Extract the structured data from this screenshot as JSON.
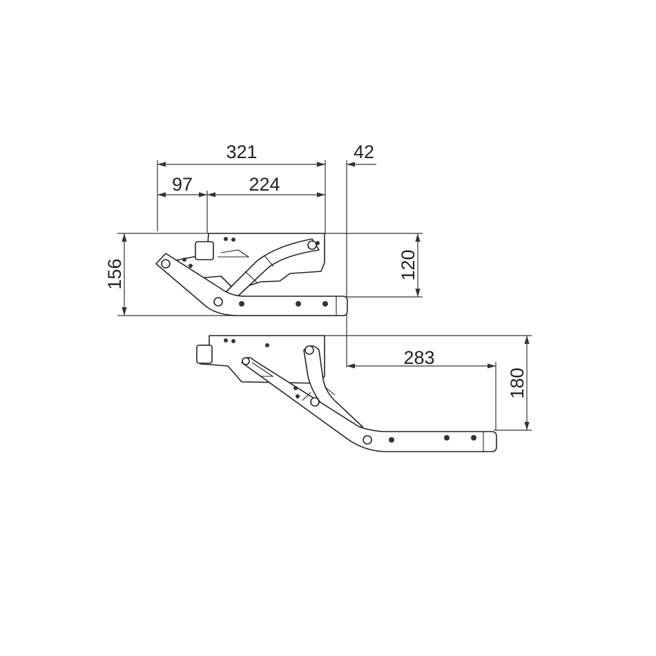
{
  "dimensions": {
    "total_width": "321",
    "offset": "42",
    "left_segment": "97",
    "right_segment": "224",
    "closed_height": "156",
    "plate_to_arm_height": "120",
    "open_reach": "283",
    "open_drop": "180"
  },
  "colors": {
    "line": "#222222",
    "background": "#ffffff"
  }
}
